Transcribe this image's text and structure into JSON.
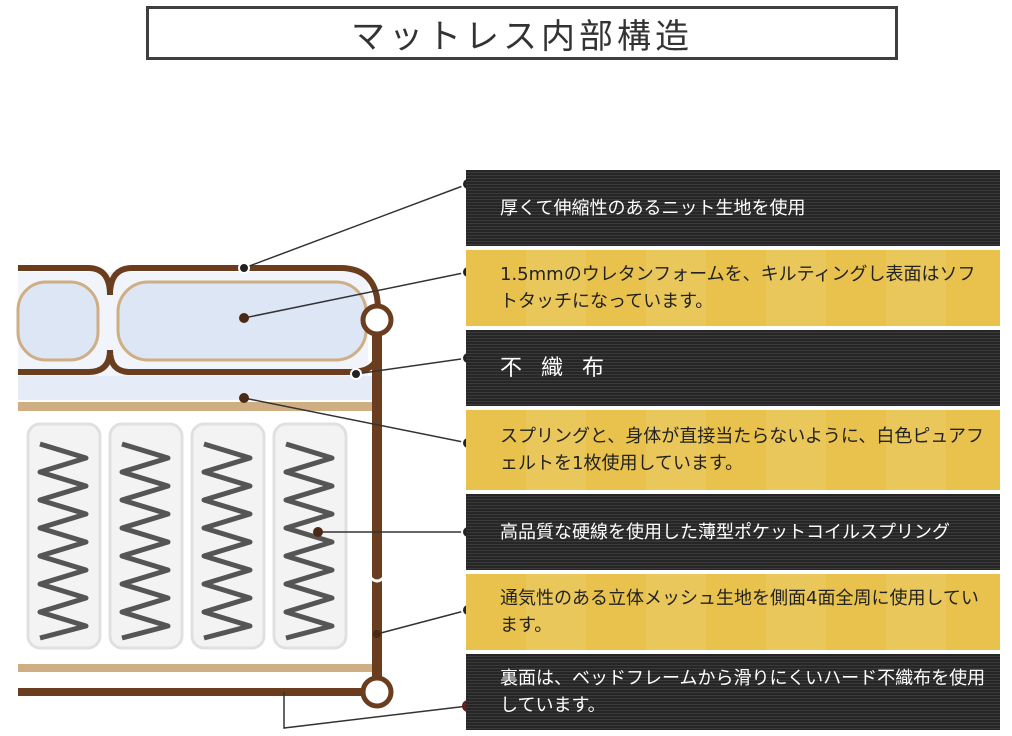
{
  "title": "マットレス内部構造",
  "labels": [
    {
      "text": "厚くて伸縮性のあるニット生地を使用",
      "style": "dark"
    },
    {
      "text": "1.5mmのウレタンフォームを、キルティングし表面はソフトタッチになっています。",
      "style": "gold"
    },
    {
      "text": "不 織 布",
      "style": "dark"
    },
    {
      "text": "スプリングと、身体が直接当たらないように、白色ピュアフェルトを1枚使用しています。",
      "style": "gold"
    },
    {
      "text": "高品質な硬線を使用した薄型ポケットコイルスプリング",
      "style": "dark"
    },
    {
      "text": "通気性のある立体メッシュ生地を側面4面全周に使用しています。",
      "style": "gold"
    },
    {
      "text": "裏面は、ベッドフレームから滑りにくいハード不織布を使用しています。",
      "style": "dark"
    }
  ],
  "colors": {
    "dark_panel": "#2b2b2b",
    "gold_panel": "#e8c24c",
    "frame_brown": "#6b3d1f",
    "foam_blue": "#dde6f5",
    "felt_tan": "#cfae84"
  }
}
